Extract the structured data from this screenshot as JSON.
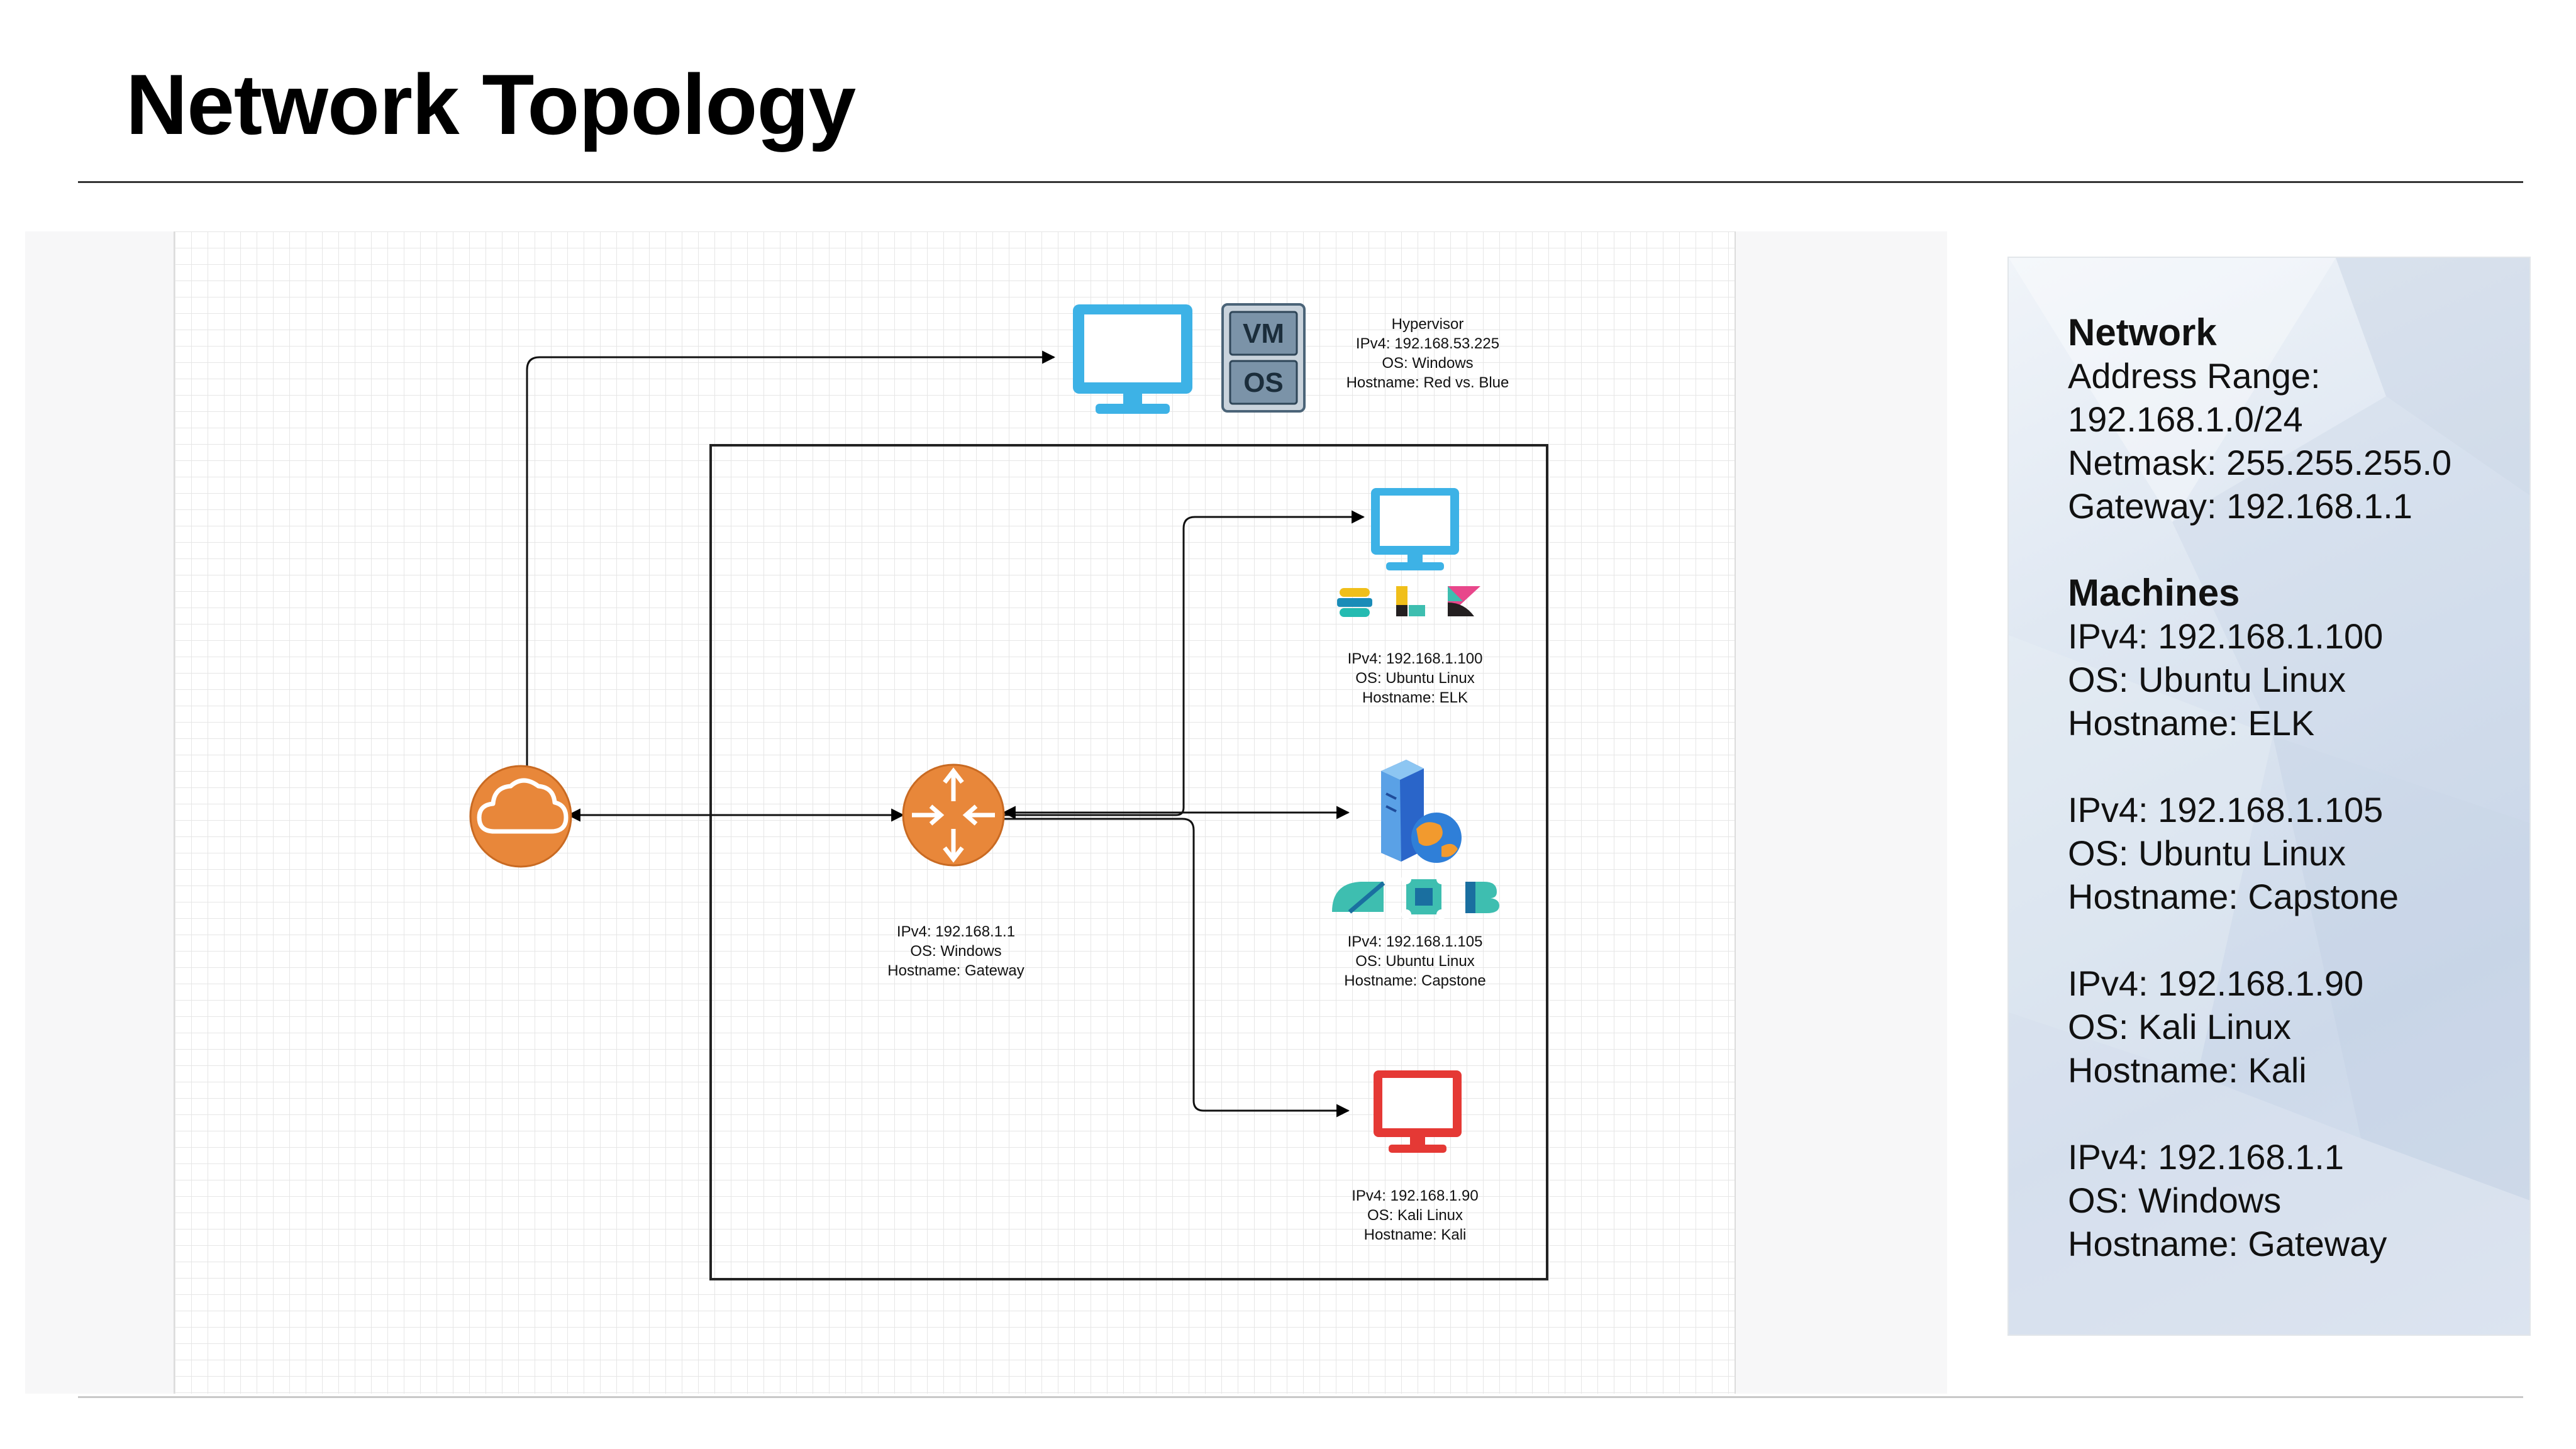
{
  "title": "Network Topology",
  "colors": {
    "accent_blue": "#3db2e6",
    "router_orange": "#e8873a",
    "kali_red": "#e53935",
    "vmos_fill": "#7b93a8",
    "panel_tint": "#d3deec"
  },
  "diagram": {
    "hypervisor": {
      "icon": "monitor-icon",
      "badge_vm": "VM",
      "badge_os": "OS",
      "lines": [
        "Hypervisor",
        "IPv4: 192.168.53.225",
        "OS: Windows",
        "Hostname: Red vs. Blue"
      ]
    },
    "internet": {
      "icon": "cloud-icon"
    },
    "gateway": {
      "icon": "router-icon",
      "lines": [
        "IPv4: 192.168.1.1",
        "OS: Windows",
        "Hostname: Gateway"
      ]
    },
    "elk": {
      "icon": "monitor-icon",
      "stack_icons": [
        "elasticsearch-icon",
        "logstash-icon",
        "kibana-icon"
      ],
      "lines": [
        "IPv4: 192.168.1.100",
        "OS: Ubuntu Linux",
        "Hostname: ELK"
      ]
    },
    "capstone": {
      "icon": "web-server-icon",
      "stack_icons": [
        "metricbeat-icon",
        "filebeat-icon",
        "beats-icon"
      ],
      "lines": [
        "IPv4: 192.168.1.105",
        "OS: Ubuntu Linux",
        "Hostname: Capstone"
      ]
    },
    "kali": {
      "icon": "monitor-icon",
      "lines": [
        "IPv4: 192.168.1.90",
        "OS: Kali Linux",
        "Hostname: Kali"
      ]
    }
  },
  "panel": {
    "network": {
      "heading": "Network",
      "lines": [
        "Address Range:",
        "192.168.1.0/24",
        "Netmask: 255.255.255.0",
        "Gateway: 192.168.1.1"
      ]
    },
    "machines": {
      "heading": "Machines",
      "entries": [
        [
          "IPv4: 192.168.1.100",
          "OS: Ubuntu Linux",
          "Hostname: ELK"
        ],
        [
          "IPv4: 192.168.1.105",
          "OS: Ubuntu Linux",
          "Hostname: Capstone"
        ],
        [
          "IPv4: 192.168.1.90",
          "OS: Kali Linux",
          "Hostname: Kali"
        ],
        [
          "IPv4: 192.168.1.1",
          "OS: Windows",
          "Hostname: Gateway"
        ]
      ]
    }
  }
}
